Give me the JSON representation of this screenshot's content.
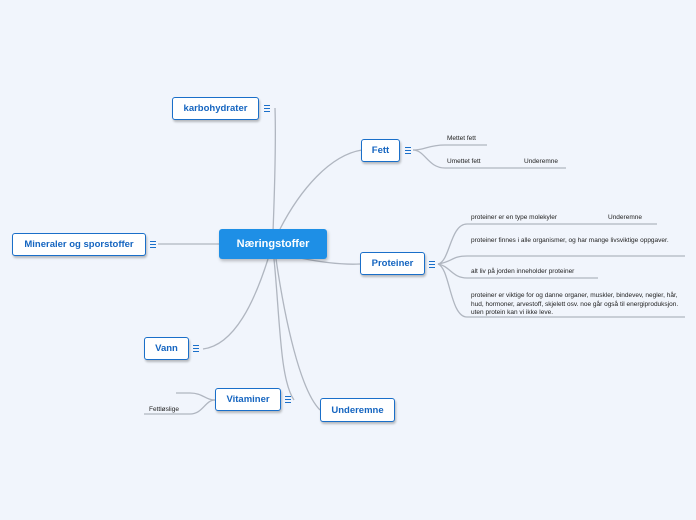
{
  "root": {
    "label": "Næringstoffer"
  },
  "topics": {
    "karbohydrater": {
      "label": "karbohydrater"
    },
    "fett": {
      "label": "Fett"
    },
    "mineraler": {
      "label": "Mineraler og sporstoffer"
    },
    "proteiner": {
      "label": "Proteiner"
    },
    "vann": {
      "label": "Vann"
    },
    "vitaminer": {
      "label": "Vitaminer"
    },
    "underemne": {
      "label": "Underemne"
    }
  },
  "fett_children": [
    {
      "label": "Mettet fett"
    },
    {
      "label": "Umettet fett",
      "sub": "Underemne"
    }
  ],
  "proteiner_children": [
    {
      "label": "proteiner er en type molekyler",
      "sub": "Underemne"
    },
    {
      "label": "proteiner finnes i alle organismer, og har mange livsviktige oppgaver."
    },
    {
      "label": "alt liv på jorden inneholder proteiner"
    },
    {
      "label": "proteiner er viktige for og danne organer, muskler, bindevev, negler, hår, hud, hormoner, arvestoff, skjelett osv. noe går også til energiproduksjon. uten protein kan vi ikke leve."
    }
  ],
  "vitaminer_children": [
    {
      "label": ""
    },
    {
      "label": "Fettløslige"
    }
  ],
  "colors": {
    "root": "#1e8fe6",
    "border": "#1a6fc9",
    "text": "#1565c0",
    "background": "#f1f5fc",
    "link": "#b0b6c0"
  },
  "icons": {
    "topic_menu": "menu-icon"
  }
}
